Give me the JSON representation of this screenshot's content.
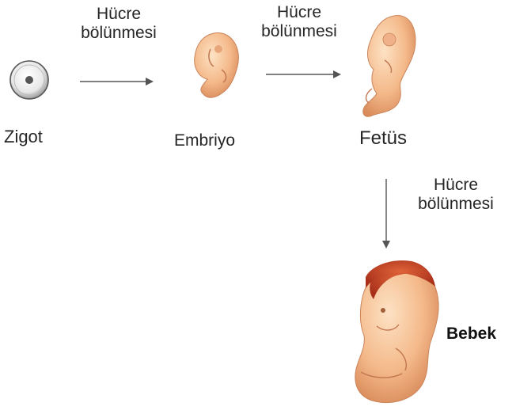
{
  "arrow1": {
    "line1": "Hücre",
    "line2": "bölünmesi"
  },
  "arrow2": {
    "line1": "Hücre",
    "line2": "bölünmesi"
  },
  "arrow3": {
    "line1": "Hücre",
    "line2": "bölünmesi"
  },
  "stages": {
    "zigot": "Zigot",
    "embriyo": "Embriyo",
    "fetus": "Fetüs",
    "bebek": "Bebek"
  }
}
